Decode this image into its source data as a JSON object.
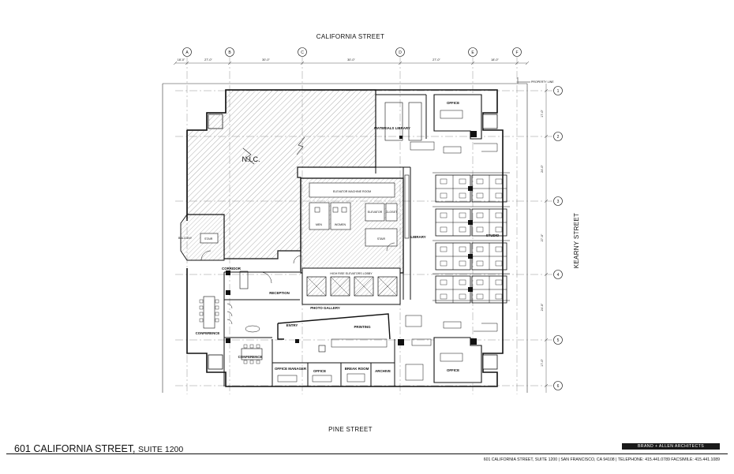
{
  "streets": {
    "north": "CALIFORNIA STREET",
    "south": "PINE STREET",
    "east": "KEARNY STREET"
  },
  "property_line": "PROPERTY LINE",
  "grid_columns": [
    "A",
    "B",
    "C",
    "D",
    "E",
    "F"
  ],
  "grid_rows": [
    "1",
    "2",
    "3",
    "4",
    "5",
    "6"
  ],
  "column_spacings": [
    "18'-0\"",
    "27'-0\"",
    "30'-0\"",
    "30'-0\"",
    "27'-0\"",
    "18'-0\""
  ],
  "row_spacings": [
    "17'-0\"",
    "24'-0\"",
    "27'-0\"",
    "24'-0\"",
    "17'-0\""
  ],
  "rooms": {
    "nic": "N.I.C.",
    "office_ne": "OFFICE",
    "office_se": "OFFICE",
    "materials_library": "MATERIALS LIBRARY",
    "elevator_machine_room": "ELEVATOR MACHINE ROOM",
    "elevator": "ELEVATOR",
    "men": "MEN",
    "women": "WOMEN",
    "closet": "CLOSET",
    "library": "LIBRARY",
    "studio": "STUDIO",
    "high_rise_elevators_lobby": "HIGH RISE ELEVATORS LOBBY",
    "stair": "STAIR",
    "balcony": "BALCONY",
    "corridor": "CORRIDOR",
    "reception": "RECEPTION",
    "conference_w": "CONFERENCE",
    "conference_s": "CONFERENCE",
    "photo_gallery": "PHOTO GALLERY",
    "entry": "ENTRY",
    "printing": "PRINTING",
    "office_manager": "OFFICE MANAGER",
    "office_s": "OFFICE",
    "break_room": "BREAK ROOM",
    "archive": "ARCHIVE"
  },
  "title_block": {
    "project": "601 CALIFORNIA STREET,",
    "suite": "SUITE 1200",
    "firm": "BRAND + ALLEN ARCHITECTS",
    "address": "601 CALIFORNIA STREET, SUITE 1200 | SAN FRANCISCO, CA 94108 | TELEPHONE: 415.441.0789 FACSIMILE: 415.441.1089"
  }
}
